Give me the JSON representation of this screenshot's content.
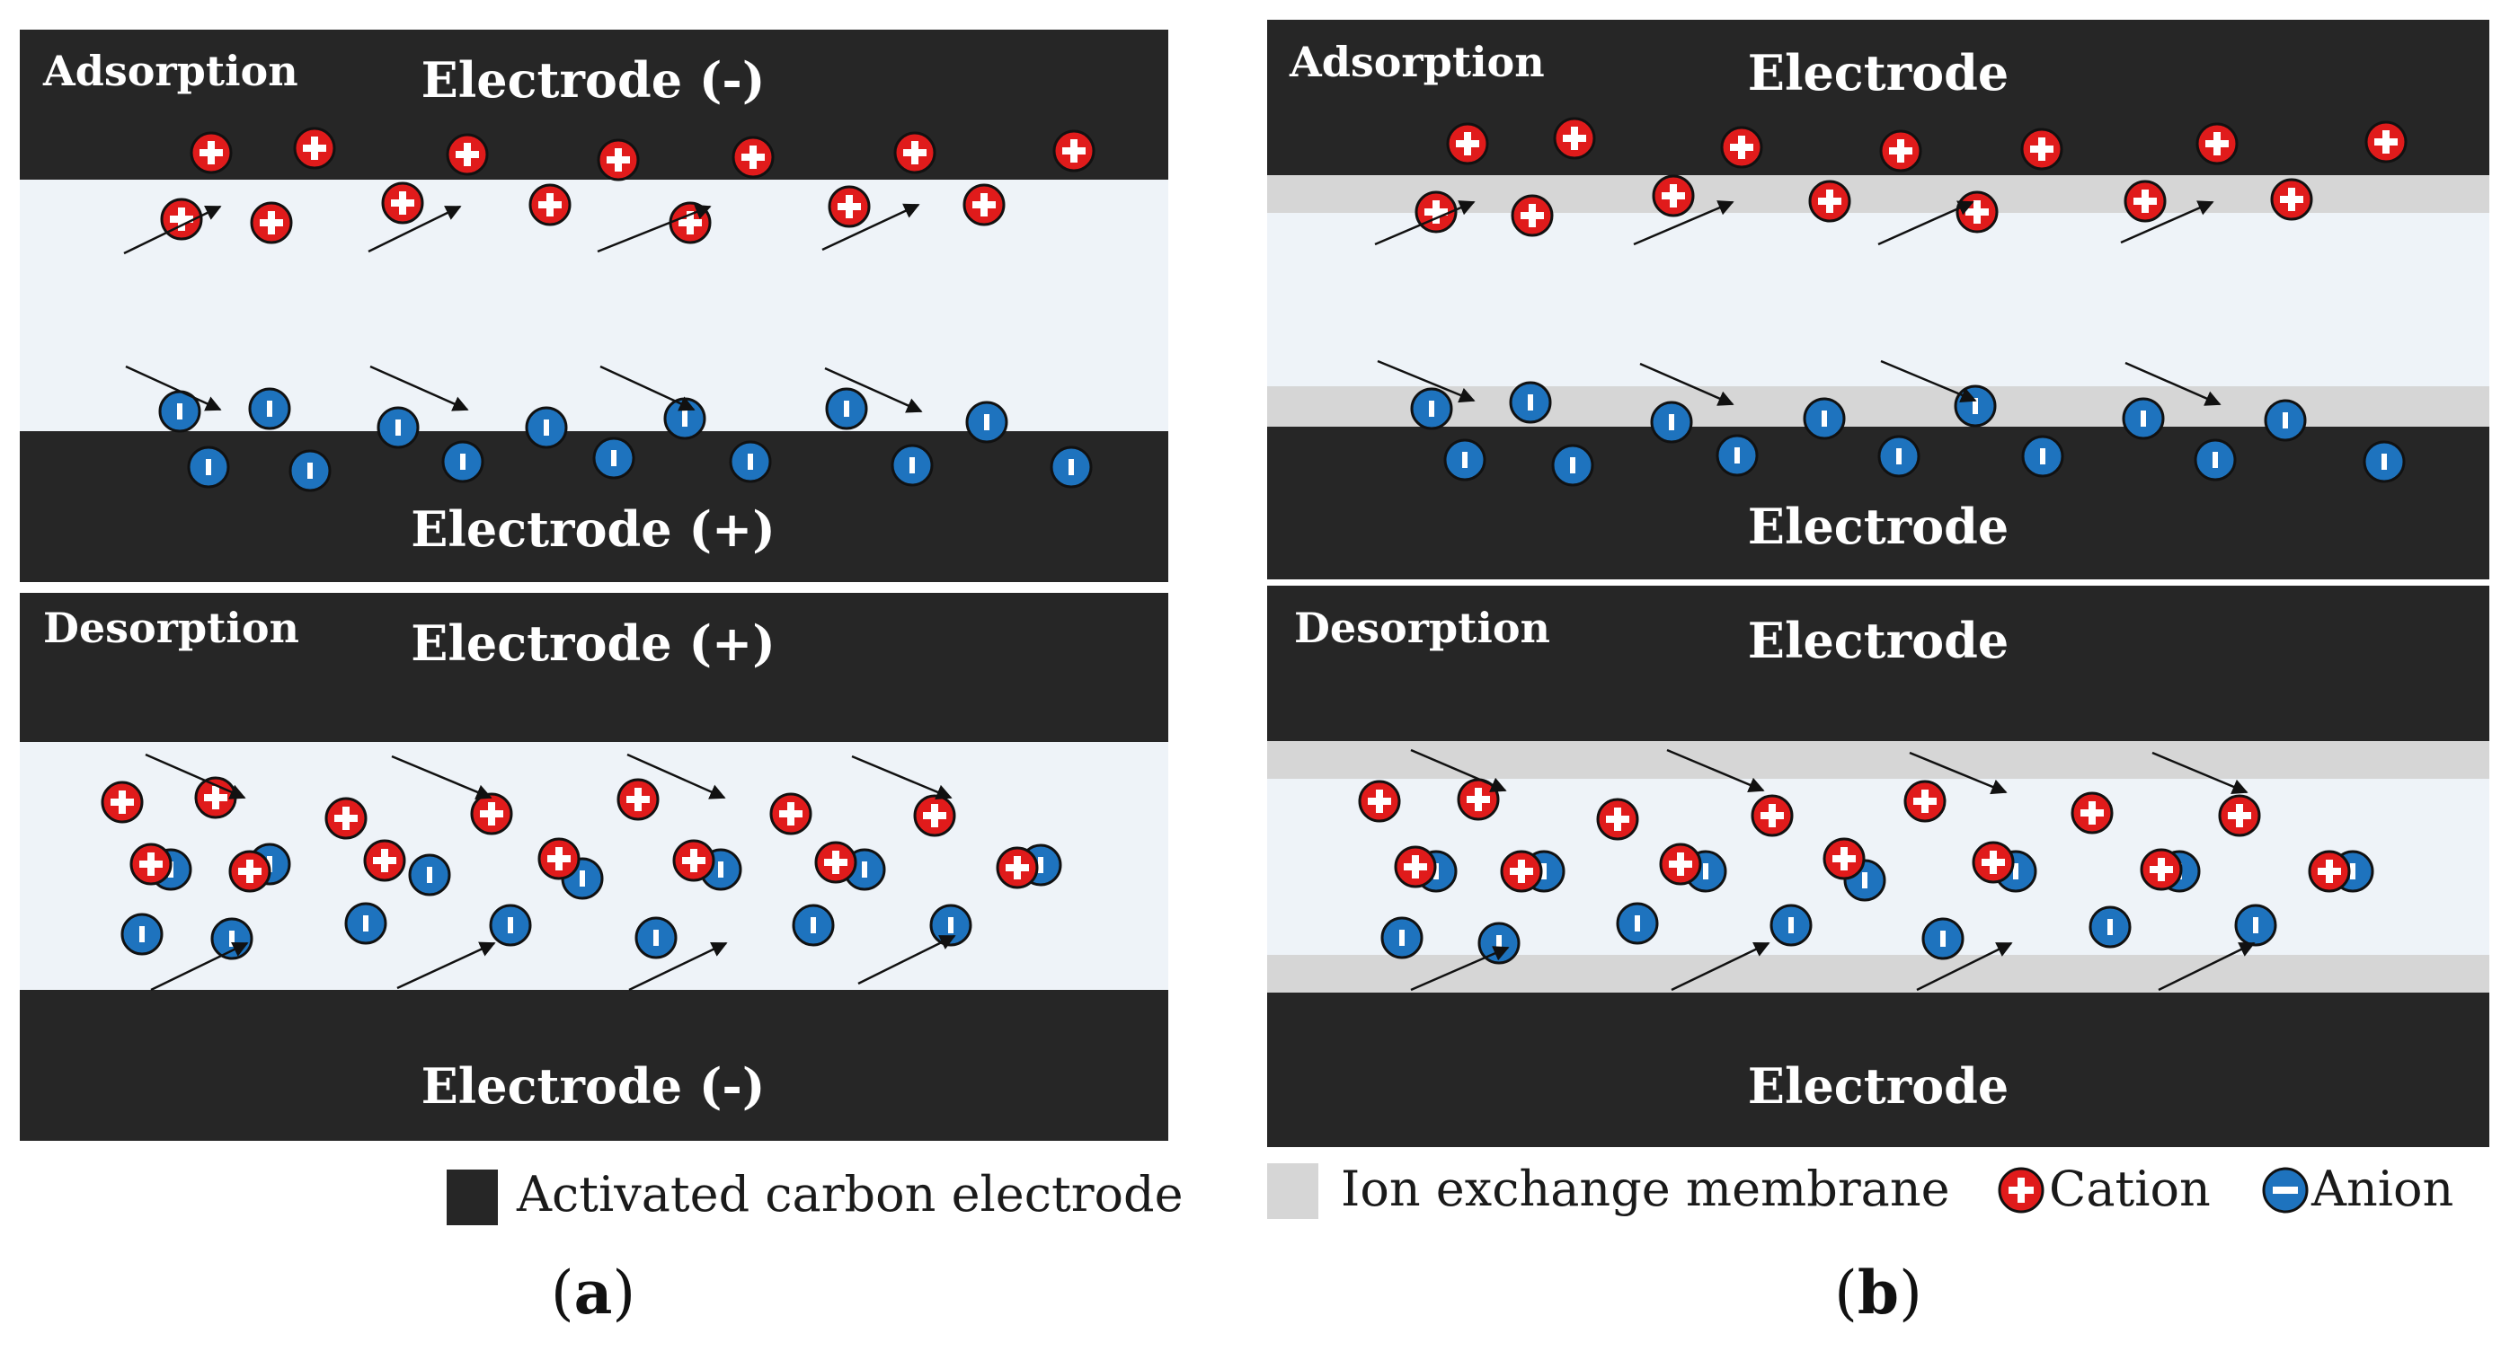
{
  "colors": {
    "electrode": "#262626",
    "electrolyte": "#eef3f8",
    "membrane": "#d6d6d6",
    "cation_fill": "#e01b1b",
    "anion_fill": "#1e73be",
    "ion_outline": "#111111",
    "arrow": "#111111"
  },
  "icons": {
    "cation": "circle-plus-icon",
    "anion": "circle-minus-icon",
    "arrow": "arrow-right-icon"
  },
  "panel_a": {
    "adsorption": {
      "stage_label": "Adsorption",
      "top_electrode": "Electrode (-)",
      "bottom_electrode": "Electrode (+)"
    },
    "desorption": {
      "stage_label": "Desorption",
      "top_electrode": "Electrode (+)",
      "bottom_electrode": "Electrode (-)"
    },
    "legend_text": "Activated carbon electrode",
    "caption_letter": "a"
  },
  "panel_b": {
    "adsorption": {
      "stage_label": "Adsorption",
      "top_electrode": "Electrode",
      "bottom_electrode": "Electrode"
    },
    "desorption": {
      "stage_label": "Desorption",
      "top_electrode": "Electrode",
      "bottom_electrode": "Electrode"
    },
    "legend_membrane": "Ion exchange membrane",
    "legend_cation": "Cation",
    "legend_anion": "Anion",
    "caption_letter": "b"
  }
}
